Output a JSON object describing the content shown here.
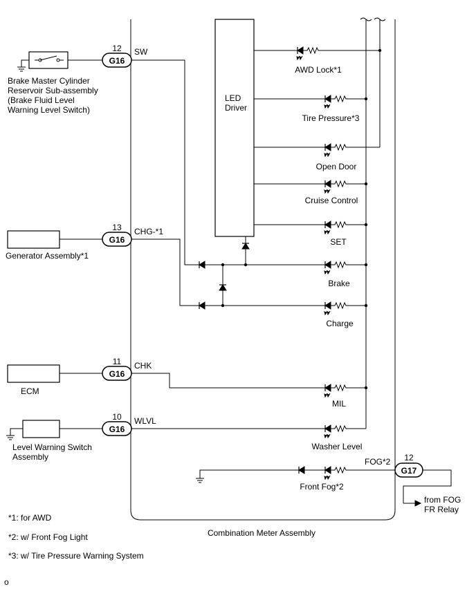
{
  "components": {
    "brake_switch": [
      "Brake Master Cylinder",
      "Reservoir Sub-assembly",
      "(Brake Fluid Level",
      "Warning Level Switch)"
    ],
    "generator": "Generator Assembly*1",
    "ecm": "ECM",
    "level_switch": [
      "Level Warning Switch",
      "Assembly"
    ],
    "led_driver": [
      "LED",
      "Driver"
    ],
    "meter": "Combination Meter Assembly",
    "fog_relay": [
      "from FOG",
      "FR Relay"
    ]
  },
  "connectors": [
    {
      "pin": "12",
      "code": "G16",
      "signal": "SW"
    },
    {
      "pin": "13",
      "code": "G16",
      "signal": "CHG-*1"
    },
    {
      "pin": "11",
      "code": "G16",
      "signal": "CHK"
    },
    {
      "pin": "10",
      "code": "G16",
      "signal": "WLVL"
    },
    {
      "pin": "12",
      "code": "G17",
      "signal": "FOG*2"
    }
  ],
  "indicators": [
    "AWD Lock*1",
    "Tire Pressure*3",
    "Open Door",
    "Cruise Control",
    "SET",
    "Brake",
    "Charge",
    "MIL",
    "Washer Level",
    "Front Fog*2"
  ],
  "notes": [
    "*1: for AWD",
    "*2: w/ Front Fog Light",
    "*3: w/ Tire Pressure Warning System"
  ],
  "corner_mark": "o"
}
